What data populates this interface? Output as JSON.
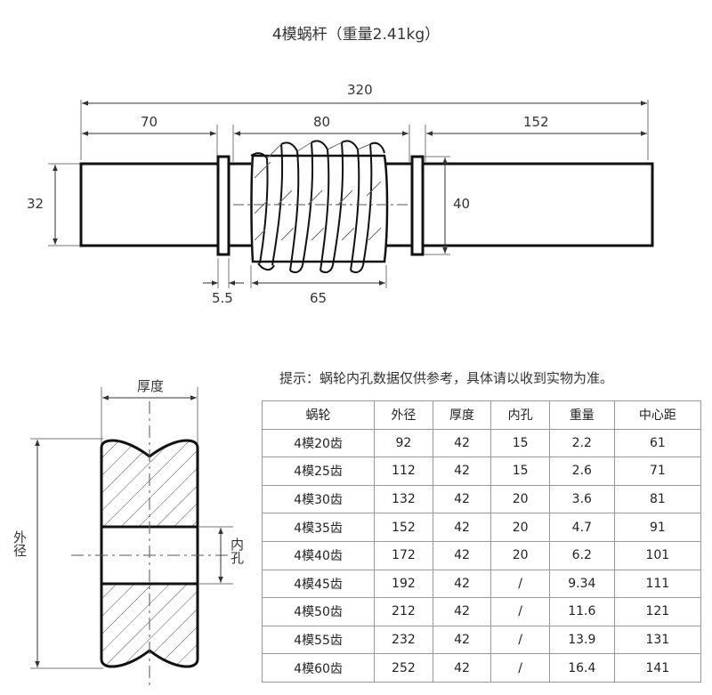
{
  "title": "4模蜗杆（重量2.41kg）",
  "worm_dimensions": {
    "total_length": "320",
    "left_shaft_length": "70",
    "thread_section_length": "80",
    "right_shaft_length": "152",
    "shaft_diameter": "32",
    "thread_outer_diameter": "40",
    "collar_width": "5.5",
    "thread_length": "65"
  },
  "gear_section_labels": {
    "thickness": "厚度",
    "outer_diameter": "外径",
    "bore": "内孔"
  },
  "note": "提示：蜗轮内孔数据仅供参考，具体请以收到实物为准。",
  "table": {
    "headers": [
      "蜗轮",
      "外径",
      "厚度",
      "内孔",
      "重量",
      "中心距"
    ],
    "rows": [
      [
        "4模20齿",
        "92",
        "42",
        "15",
        "2.2",
        "61"
      ],
      [
        "4模25齿",
        "112",
        "42",
        "15",
        "2.6",
        "71"
      ],
      [
        "4模30齿",
        "132",
        "42",
        "20",
        "3.6",
        "81"
      ],
      [
        "4模35齿",
        "152",
        "42",
        "20",
        "4.7",
        "91"
      ],
      [
        "4模40齿",
        "172",
        "42",
        "20",
        "6.2",
        "101"
      ],
      [
        "4模45齿",
        "192",
        "42",
        "/",
        "9.34",
        "111"
      ],
      [
        "4模50齿",
        "212",
        "42",
        "/",
        "11.6",
        "121"
      ],
      [
        "4模55齿",
        "232",
        "42",
        "/",
        "13.9",
        "131"
      ],
      [
        "4模60齿",
        "252",
        "42",
        "/",
        "16.4",
        "141"
      ]
    ]
  }
}
